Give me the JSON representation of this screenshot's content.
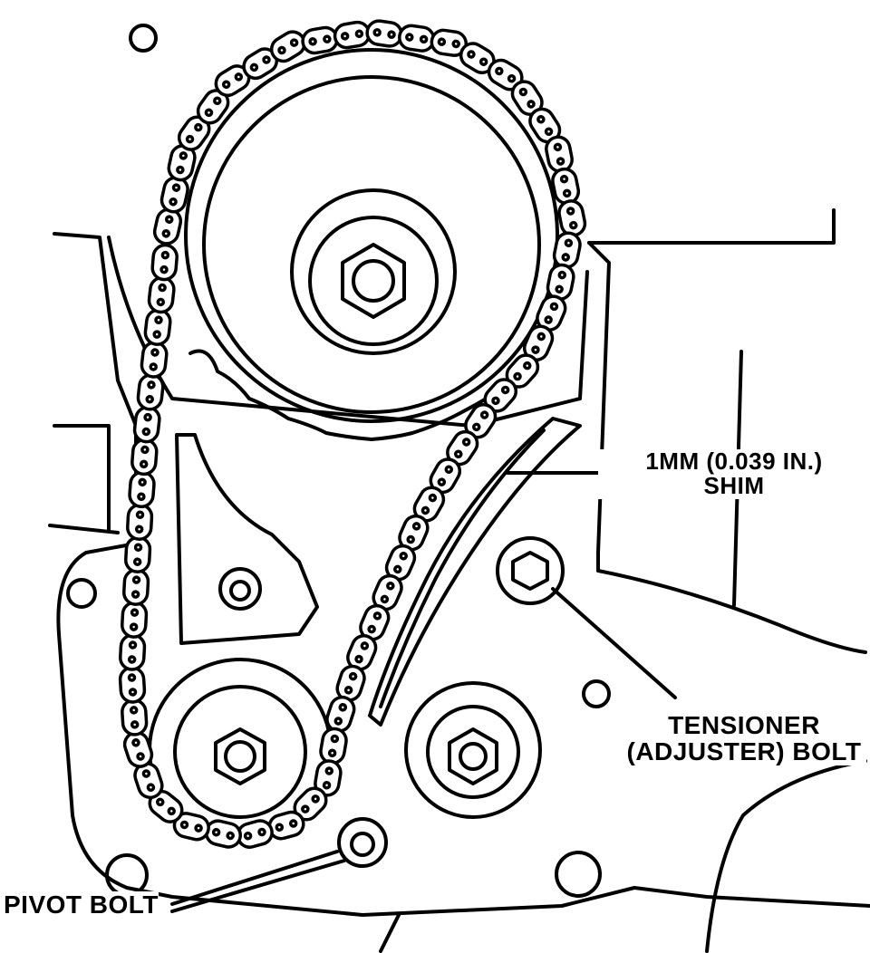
{
  "labels": {
    "shim_line1": "1MM (0.039 IN.)",
    "shim_line2": "SHIM",
    "tensioner_line1": "TENSIONER",
    "tensioner_line2": "(ADJUSTER) BOLT",
    "pivot": "PIVOT BOLT"
  },
  "colors": {
    "ink": "#000000",
    "paper": "#ffffff"
  },
  "icons": [
    "sprocket-icon",
    "hex-bolt-icon",
    "chain-link-icon"
  ]
}
